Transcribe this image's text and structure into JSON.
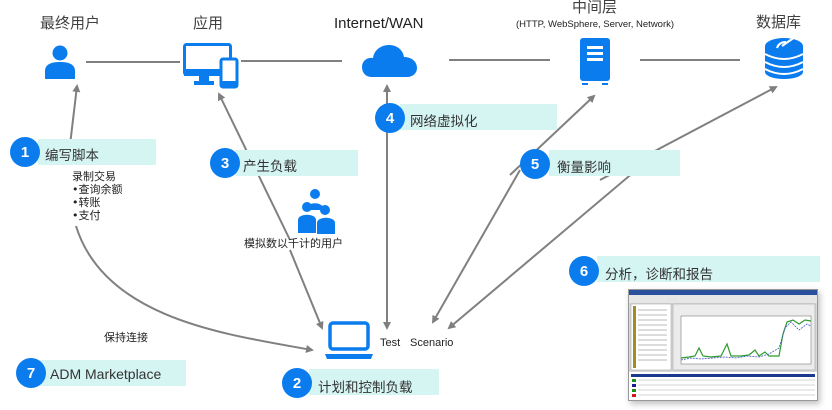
{
  "nodes": {
    "end_user": {
      "title": "最终用户",
      "icon": "user-icon"
    },
    "application": {
      "title": "应用",
      "icon": "monitor-mobile-icon"
    },
    "internet": {
      "title": "Internet/WAN",
      "icon": "cloud-icon"
    },
    "middle_tier": {
      "title": "中间层",
      "subtitle": "(HTTP, WebSphere, Server, Network)",
      "icon": "server-icon"
    },
    "database": {
      "title": "数据库",
      "icon": "database-icon"
    }
  },
  "steps": [
    {
      "number": "1",
      "label": "编写脚本"
    },
    {
      "number": "2",
      "label": "计划和控制负载"
    },
    {
      "number": "3",
      "label": "产生负载"
    },
    {
      "number": "4",
      "label": "网络虚拟化"
    },
    {
      "number": "5",
      "label": "衡量影响"
    },
    {
      "number": "6",
      "label": "分析，诊断和报告"
    },
    {
      "number": "7",
      "label": "ADM Marketplace"
    }
  ],
  "script_notes": {
    "heading": "录制交易",
    "items": [
      "•查询余额",
      "•转账",
      "•支付"
    ]
  },
  "simulated_users": "模拟数以千计的用户",
  "keep_connected": "保持连接",
  "test_scenario": {
    "word1": "Test",
    "word2": "Scenario"
  },
  "colors": {
    "accent": "#0a7cee",
    "highlight": "#d5f5f3",
    "line": "#808080"
  }
}
